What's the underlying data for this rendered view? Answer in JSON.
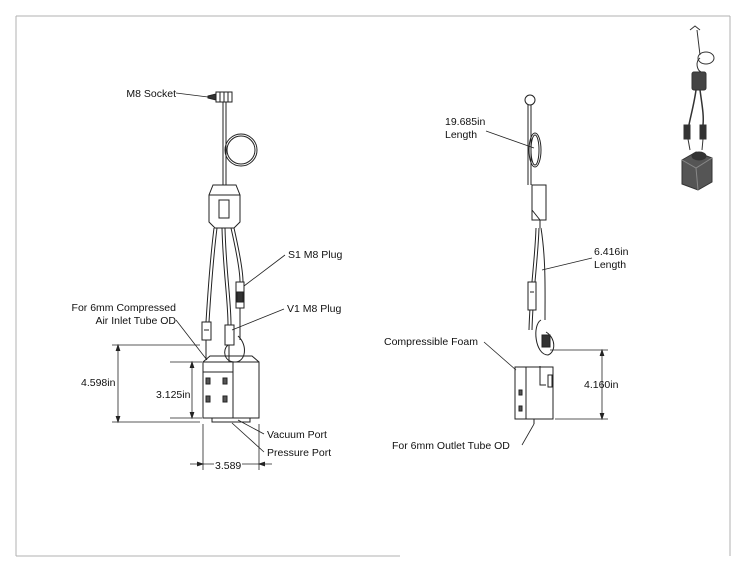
{
  "callouts": {
    "m8_socket": "M8 Socket",
    "s1_plug": "S1 M8 Plug",
    "v1_plug": "V1 M8 Plug",
    "air_inlet_1": "For 6mm Compressed",
    "air_inlet_2": "Air Inlet Tube OD",
    "vacuum_port": "Vacuum Port",
    "pressure_port": "Pressure Port",
    "cable_length_val": "19.685in",
    "cable_length_word": "Length",
    "branch_length_val": "6.416in",
    "branch_length_word": "Length",
    "foam": "Compressible Foam",
    "outlet_tube": "For 6mm Outlet Tube OD"
  },
  "dimensions": {
    "overall_height": "4.598in",
    "body_height": "3.125in",
    "body_width": "3.589",
    "side_height": "4.160in"
  },
  "colors": {
    "line": "#222222",
    "border": "#b0b0b0",
    "thumb_body": "#555555"
  }
}
